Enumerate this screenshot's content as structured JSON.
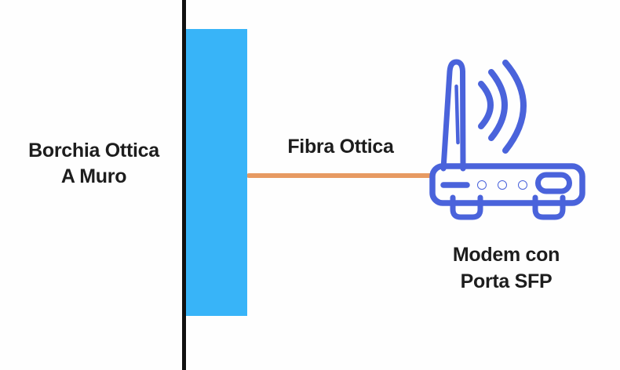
{
  "labels": {
    "outlet_line1": "Borchia Ottica",
    "outlet_line2": "A Muro",
    "fiber": "Fibra Ottica",
    "modem_line1": "Modem con",
    "modem_line2": "Porta SFP"
  },
  "icons": {
    "modem": "modem-router-icon",
    "antenna": "antenna-icon",
    "wifi": "wifi-signal-icon"
  },
  "colors": {
    "background": "#FEFEFE",
    "wall": "#111111",
    "outlet": "#38B4F8",
    "fiber": "#E79A62",
    "modem": "#4A63DB",
    "text": "#1D1D1D"
  }
}
